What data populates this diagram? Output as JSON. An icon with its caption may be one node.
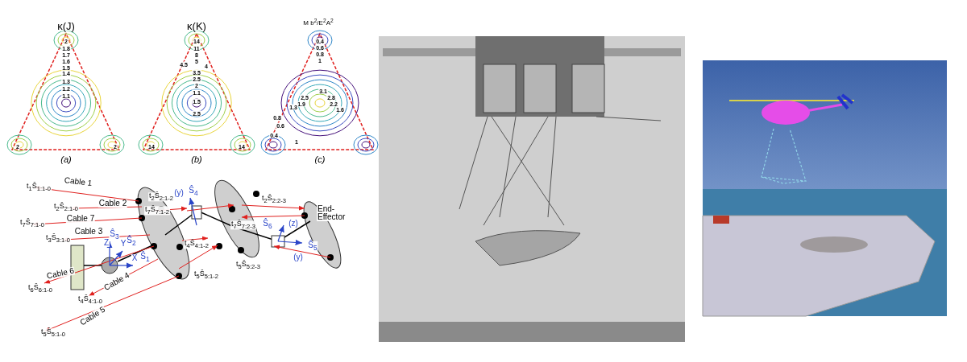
{
  "diagram": {
    "labels": [
      "κ(J)",
      "κ(K)",
      "M b$^{2}$/E$^{2}$A$^{2}$",
      "2",
      "1.8",
      "1.7",
      "1.6",
      "1.5",
      "1.4",
      "1.3",
      "1.2",
      "1.1",
      "2",
      "2",
      "14",
      "11",
      "8",
      "5",
      "4.5",
      "4",
      "3.5",
      "2.5",
      "2",
      "1.1",
      "1.5",
      "2.5",
      "14",
      "14",
      "0.4",
      "0.6",
      "0.8",
      "1",
      "3.1",
      "2.5",
      "2.8",
      "1.9",
      "2.2",
      "1.6",
      "1.3",
      "0.8",
      "0.6",
      "0.4",
      "1",
      "(a)",
      "(b)",
      "(c)",
      "t$_{1}$Ŝ$_{1:1-0}$",
      "Cable 1",
      "t$_{2}$Ŝ$_{2:1-2}$",
      "(y)",
      "Ŝ$_{4}$",
      "t$_{2}$Ŝ$_{2:2-3}$",
      "t$_{2}$Ŝ$_{2:1-0}$",
      "Cable 2",
      "t$_{7}$Ŝ$_{7:1-2}$",
      "t$_{7}$Ŝ$_{7:1-0}$",
      "Cable 7",
      "t$_{7}$Ŝ$_{7:2-3}$",
      "End-Effector",
      "Ŝ$_{6}$",
      "(z)",
      "t$_{3}$Ŝ$_{3:1-0}$",
      "Cable 3",
      "Z",
      "Ŝ$_{3}$",
      "Y",
      "Ŝ$_{2}$",
      "t$_{4}$Ŝ$_{4:1-2}$",
      "Ŝ$_{5}$",
      "X",
      "Ŝ$_{1}$",
      "(y)",
      "Cable 6",
      "t$_{6}$Ŝ$_{6:1-0}$",
      "Cable 4",
      "t$_{5}$Ŝ$_{5:2-3}$",
      "t$_{5}$Ŝ$_{5:1-2}$",
      "t$_{4}$Ŝ$_{4:1-0}$",
      "Cable 5",
      "t$_{5}$Ŝ$_{5:1-0}$"
    ]
  }
}
